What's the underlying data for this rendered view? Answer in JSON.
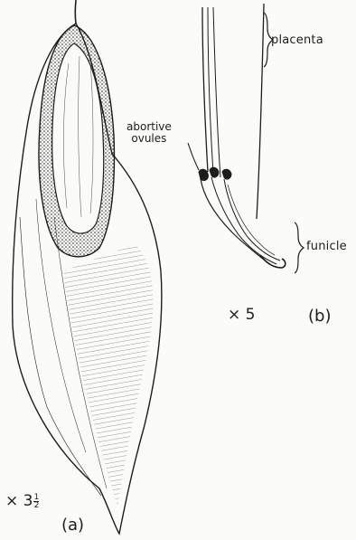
{
  "figure_a": {
    "magnification_base": "× 3",
    "magnification_num": "1",
    "magnification_den": "2",
    "panel_label": "(a)"
  },
  "figure_b": {
    "labels": {
      "placenta": "placenta",
      "abortive_line1": "abortive",
      "abortive_line2": "ovules",
      "funicle": "funicle"
    },
    "magnification": "× 5",
    "panel_label": "(b)"
  },
  "colors": {
    "ink": "#1d1d1d",
    "paper": "#fbfbf7"
  }
}
